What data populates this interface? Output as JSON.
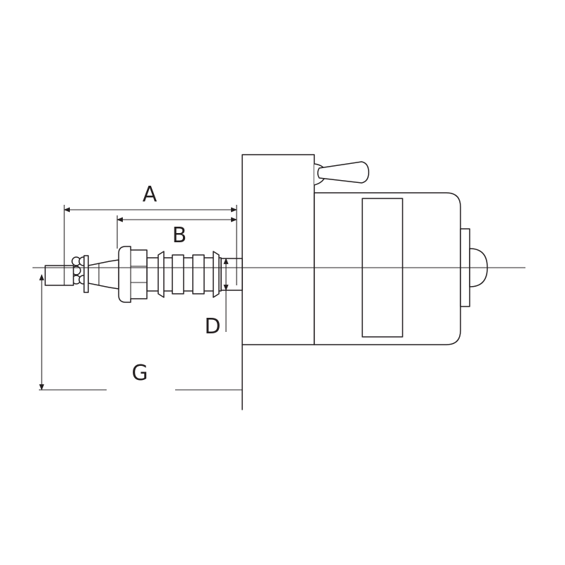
{
  "diagram": {
    "labels": {
      "a": "A",
      "b": "B",
      "d": "D",
      "g": "G"
    },
    "stroke_color": "#231f20",
    "background_color": "#ffffff"
  }
}
